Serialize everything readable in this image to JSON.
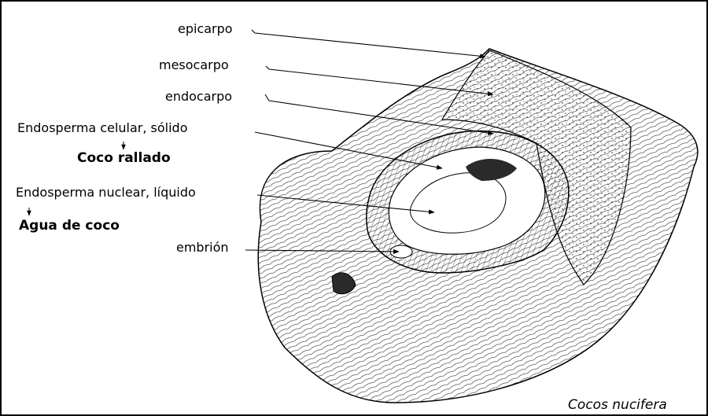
{
  "labels": {
    "epicarpo": "epicarpo",
    "mesocarpo": "mesocarpo",
    "endocarpo": "endocarpo",
    "endosperma_celular": "Endosperma celular, sólido",
    "coco_rallado": "Coco rallado",
    "endosperma_nuclear": "Endosperma nuclear, líquido",
    "agua_de_coco": "Agua de coco",
    "embrion": "embrión",
    "species": "Cocos nucifera"
  },
  "colors": {
    "ink": "#000000",
    "paper": "#ffffff",
    "shade": "#2a2a2a"
  }
}
